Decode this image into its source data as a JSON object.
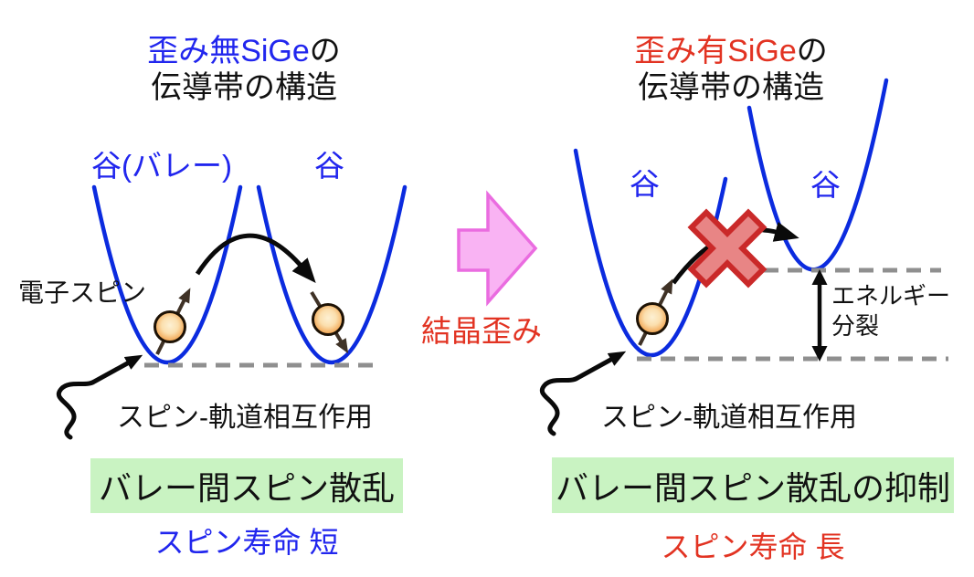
{
  "left_panel": {
    "title_highlight": "歪み無SiGe",
    "title_suffix": "の",
    "title_line2": "伝導帯の構造",
    "valley_label_1": "谷(バレー)",
    "valley_label_2": "谷",
    "electron_label": "電子スピン",
    "soi_label": "スピン-軌道相互作用",
    "result_label": "バレー間スピン散乱",
    "lifetime_label": "スピン寿命 短"
  },
  "center": {
    "strain_label": "結晶歪み"
  },
  "right_panel": {
    "title_highlight": "歪み有SiGe",
    "title_suffix": "の",
    "title_line2": "伝導帯の構造",
    "valley_label_1": "谷",
    "valley_label_2": "谷",
    "soi_label": "スピン-軌道相互作用",
    "energy_split_line1": "エネルギー",
    "energy_split_line2": "分裂",
    "result_label": "バレー間スピン散乱の抑制",
    "lifetime_label": "スピン寿命 長"
  },
  "icons": {
    "strain-arrow-icon": "thick-right-arrow",
    "cross-icon": "diagonal-red-cross",
    "electron-icon": "orange-sphere",
    "spin-arrow-icon": "tilted-spin-arrow",
    "wavy-arrow-icon": "squiggle-arrow",
    "scatter-arrow-icon": "curved-black-arrow",
    "energy-split-arrow-icon": "double-headed-vertical-arrow",
    "baseline-icon": "gray-dashed-line"
  },
  "colors": {
    "blue_text": "#2126ee",
    "curve_blue": "#0b2bdf",
    "red_text": "#e23322",
    "black_text": "#111111",
    "green_bg": "#c9f3c2",
    "strain_arrow_fill": "#f9b3f3",
    "strain_arrow_stroke": "#ea6ce0",
    "cross_fill": "#e88585",
    "cross_stroke": "#ca2929",
    "dash_gray": "#8f8f8f",
    "arrow_black": "#0a0a0a",
    "spin_arrow": "#3f3226",
    "electron_stroke": "#1d1205",
    "electron_core": "#fdf0d3",
    "electron_mid": "#fbdfae",
    "electron_outer": "#ee9c4a"
  }
}
